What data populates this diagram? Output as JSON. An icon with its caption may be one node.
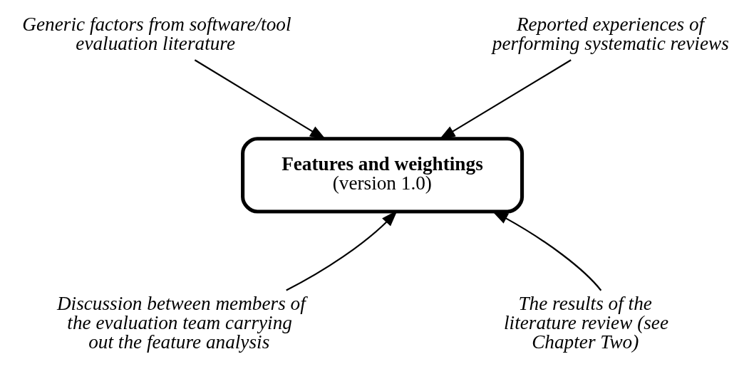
{
  "diagram": {
    "nodes": [
      {
        "text": [
          "Features and weightings",
          "(version 1.0)"
        ]
      },
      {
        "text": [
          "Generic factors from software/tool evaluation literature"
        ]
      },
      {
        "text": [
          "Reported experiences of performing systematic reviews"
        ]
      },
      {
        "text": [
          "Discussion between members of the evaluation team carrying out the feature analysis"
        ]
      },
      {
        "text": [
          "The results of the literature review (see Chapter Two)"
        ]
      }
    ],
    "edges": [
      {
        "from": 1,
        "to": 0,
        "arrow": "to"
      },
      {
        "from": 2,
        "to": 0,
        "arrow": "to"
      },
      {
        "from": 3,
        "to": 0,
        "arrow": "to"
      },
      {
        "from": 4,
        "to": 0,
        "arrow": "to"
      }
    ]
  }
}
